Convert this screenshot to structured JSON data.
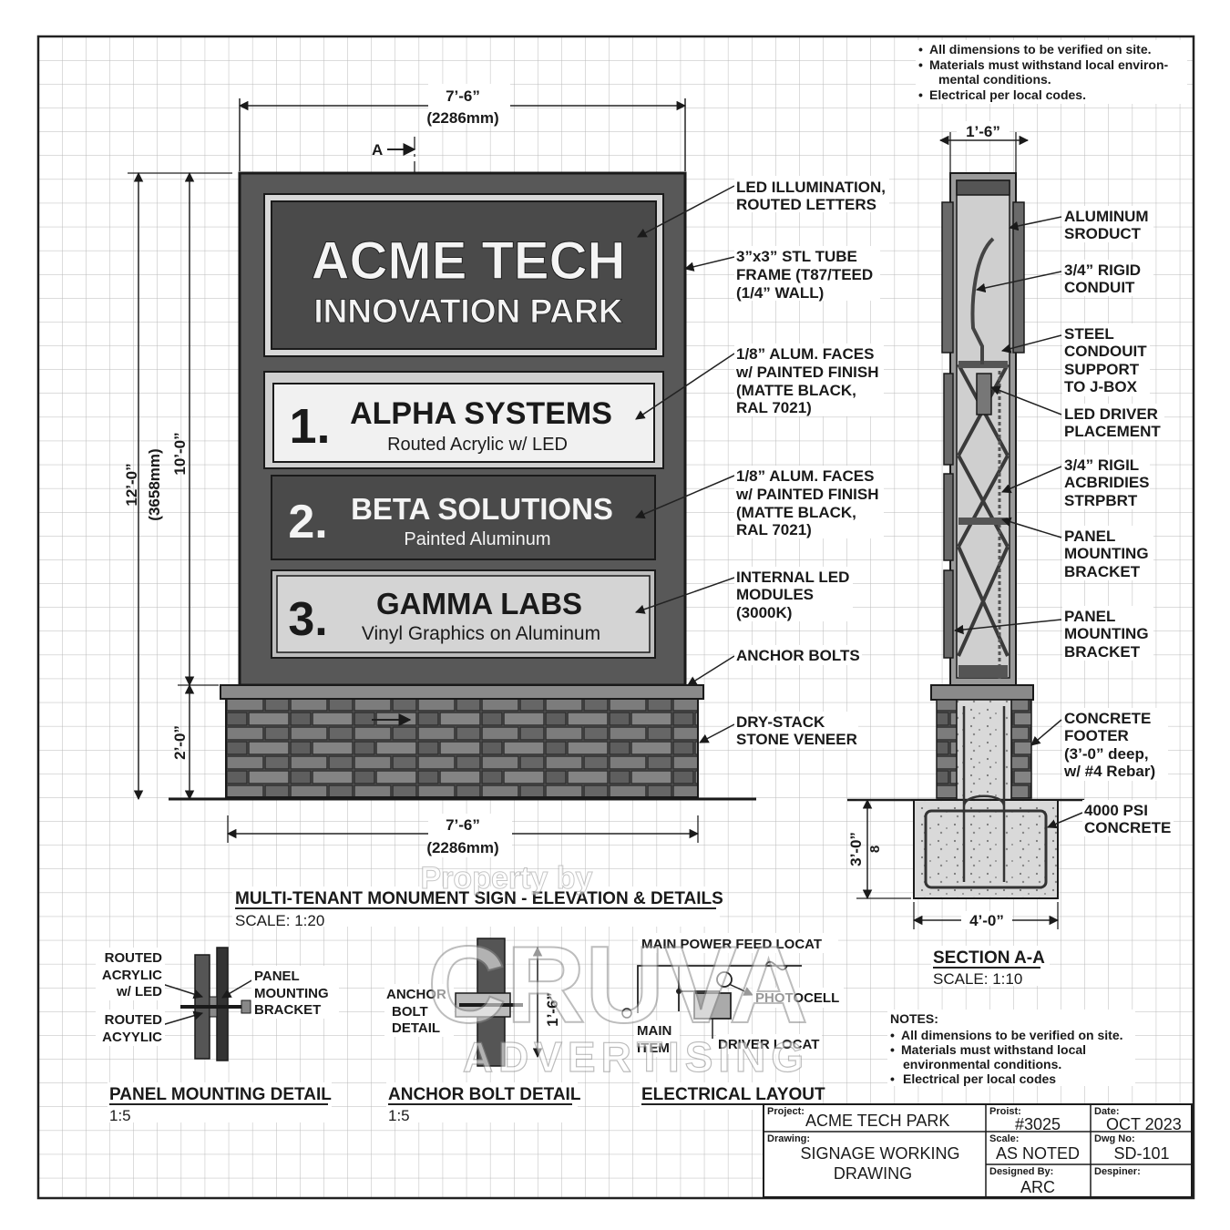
{
  "notes_top": [
    "All dimensions to be verified on site.",
    "Materials must withstand local environ-",
    "mental conditions.",
    "Electrical per local codes."
  ],
  "elevation": {
    "section_marker": "A",
    "top_width": "7’-6”",
    "top_width_mm": "(2286mm)",
    "bottom_width": "7’-6”",
    "bottom_width_mm": "(2286mm)",
    "total_height": "12’-0”",
    "total_height_mm": "(3658mm)",
    "cabinet_height": "10’-0”",
    "base_height": "2’-0”",
    "header_line1": "ACME TECH",
    "header_line2": "INNOVATION PARK",
    "tenants": [
      {
        "num": "1.",
        "name": "ALPHA SYSTEMS",
        "sub": "Routed Acrylic w/ LED"
      },
      {
        "num": "2.",
        "name": "BETA SOLUTIONS",
        "sub": "Painted Aluminum"
      },
      {
        "num": "3.",
        "name": "GAMMA LABS",
        "sub": "Vinyl Graphics on Aluminum"
      }
    ],
    "callouts": [
      [
        "LED ILLUMINATION,",
        "ROUTED LETTERS"
      ],
      [
        "3”x3” STL TUBE",
        "FRAME (T87/TEED",
        "(1/4” WALL)"
      ],
      [
        "1/8” ALUM. FACES",
        "w/ PAINTED FINISH",
        "(MATTE BLACK,",
        "RAL 7021)"
      ],
      [
        "1/8” ALUM. FACES",
        "w/ PAINTED FINISH",
        "(MATTE BLACK,",
        "RAL 7021)"
      ],
      [
        "INTERNAL LED",
        "MODULES",
        "(3000K)"
      ],
      [
        "ANCHOR BOLTS"
      ],
      [
        "DRY-STACK",
        "STONE VENEER"
      ]
    ],
    "title": "MULTI-TENANT MONUMENT SIGN - ELEVATION & DETAILS",
    "scale": "SCALE: 1:20"
  },
  "section": {
    "top_width": "1’-6”",
    "footer_depth": "3’-0”",
    "footer_mark": "8",
    "footer_width": "4’-0”",
    "callouts": [
      [
        "ALUMINUM",
        "SRODUCT"
      ],
      [
        "3/4” RIGID",
        "CONDUIT"
      ],
      [
        "STEEL",
        "CONDOUIT",
        "SUPPORT",
        "TO J-BOX"
      ],
      [
        "LED DRIVER",
        "PLACEMENT"
      ],
      [
        "3/4” RIGIL",
        "ACBRIDIES",
        "STRPBRT"
      ],
      [
        "PANEL",
        "MOUNTING",
        "BRACKET"
      ],
      [
        "PANEL",
        "MOUNTING",
        "BRACKET"
      ],
      [
        "CONCRETE",
        "FOOTER",
        "(3’-0” deep,",
        "w/ #4 Rebar)"
      ],
      [
        "4000 PSI",
        "CONCRETE"
      ]
    ],
    "title": "SECTION A-A",
    "scale": "SCALE: 1:10"
  },
  "panel_detail": {
    "left_labels": [
      [
        "ROUTED",
        "ACRYLIC",
        "w/ LED"
      ],
      [
        "ROUTED",
        "ACYYLIC"
      ]
    ],
    "right_label": [
      "PANEL",
      "MOUNTING",
      "BRACKET"
    ],
    "title": "PANEL MOUNTING DETAIL",
    "scale": "1:5"
  },
  "anchor_detail": {
    "label": [
      "ANCHOR",
      "BOLT",
      "DETAIL"
    ],
    "dim": "1’-6”",
    "title": "ANCHOR BOLT DETAIL",
    "scale": "1:5"
  },
  "electrical": {
    "labels": [
      "MAIN POWER FEED LOCAT",
      "PHOTOCELL",
      "MAIN",
      "ITEM",
      "DRIVER LOCAT"
    ],
    "title": "ELECTRICAL LAYOUT"
  },
  "notes_bottom": {
    "heading": "NOTES:",
    "items": [
      "All dimensions to be verified on site.",
      "Materials must withstand local",
      "environmental conditions.",
      "Electrical per local codes"
    ]
  },
  "watermark": {
    "line1": "Property by",
    "line2": "CRUVA",
    "line3": "ADVERTISING"
  },
  "title_block": {
    "project_k": "Project:",
    "project_v": "ACME TECH PARK",
    "proj_no_k": "Proist:",
    "proj_no_v": "#3025",
    "date_k": "Date:",
    "date_v": "OCT 2023",
    "drawing_k": "Drawing:",
    "drawing_v1": "SIGNAGE WORKING",
    "drawing_v2": "DRAWING",
    "scale_k": "Scale:",
    "scale_v": "AS NOTED",
    "dwg_k": "Dwg No:",
    "dwg_v": "SD-101",
    "designed_k": "Designed By:",
    "designed_v": "ARC",
    "designer_k": "Despiner:",
    "designer_v": ""
  },
  "colors": {
    "grid": "#b9b9b9",
    "cabinet": "#585858",
    "panel_dark": "#4a4a4a",
    "panel_light": "#f1f1f1",
    "panel_mid": "#d4d4d4",
    "stone": "#6e6e6e",
    "concrete": "#d9d9d9"
  }
}
